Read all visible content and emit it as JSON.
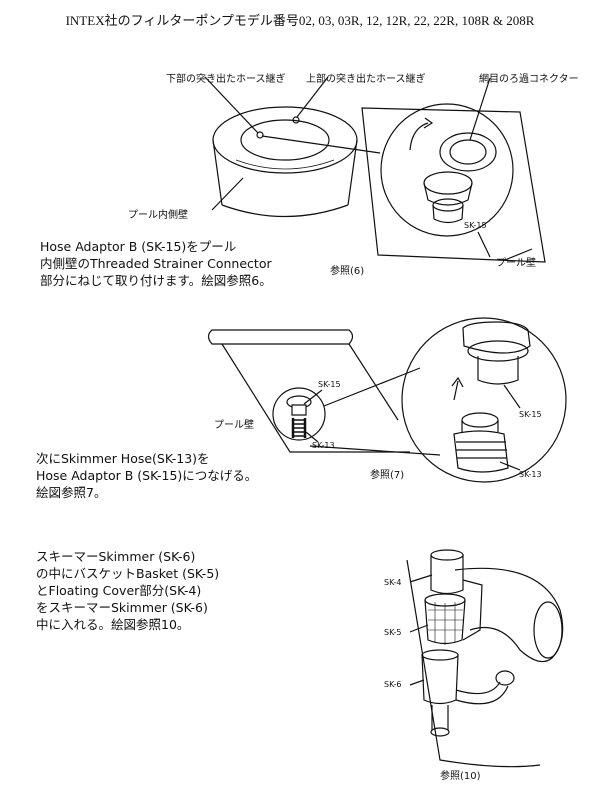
{
  "title": "INTEX社のフィルターポンプモデル番号02, 03, 03R, 12, 12R, 22, 22R, 108R & 208R",
  "figure6": {
    "label_lower_fitting": "下部の突き出たホース継ぎ",
    "label_upper_fitting": "上部の突き出たホース継ぎ",
    "label_strainer_connector": "網目のろ過コネクター",
    "label_pool_inner_wall": "プール内側壁",
    "label_part": "SK-15",
    "label_pool_wall": "プール壁",
    "ref": "参照(6)",
    "text": [
      "Hose Adaptor B (SK-15)をプール",
      "内側壁のThreaded Strainer Connector",
      "部分にねじて取り付けます。絵図参照6。"
    ]
  },
  "figure7": {
    "label_sk15_small": "SK-15",
    "label_sk13_small": "SK-13",
    "label_sk15_large": "SK-15",
    "label_sk13_large": "SK-13",
    "label_pool_wall": "プール壁",
    "ref": "参照(7)",
    "text": [
      "次にSkimmer Hose(SK-13)を",
      "Hose Adaptor B (SK-15)につなげる。",
      "絵図参照7。"
    ]
  },
  "figure10": {
    "label_sk4": "SK-4",
    "label_sk5": "SK-5",
    "label_sk6": "SK-6",
    "ref": "参照(10)",
    "text": [
      "スキーマーSkimmer (SK-6)",
      "の中にバスケットBasket (SK-5)",
      "とFloating Cover部分(SK-4)",
      "をスキーマーSkimmer (SK-6)",
      "中に入れる。絵図参照10。"
    ]
  }
}
